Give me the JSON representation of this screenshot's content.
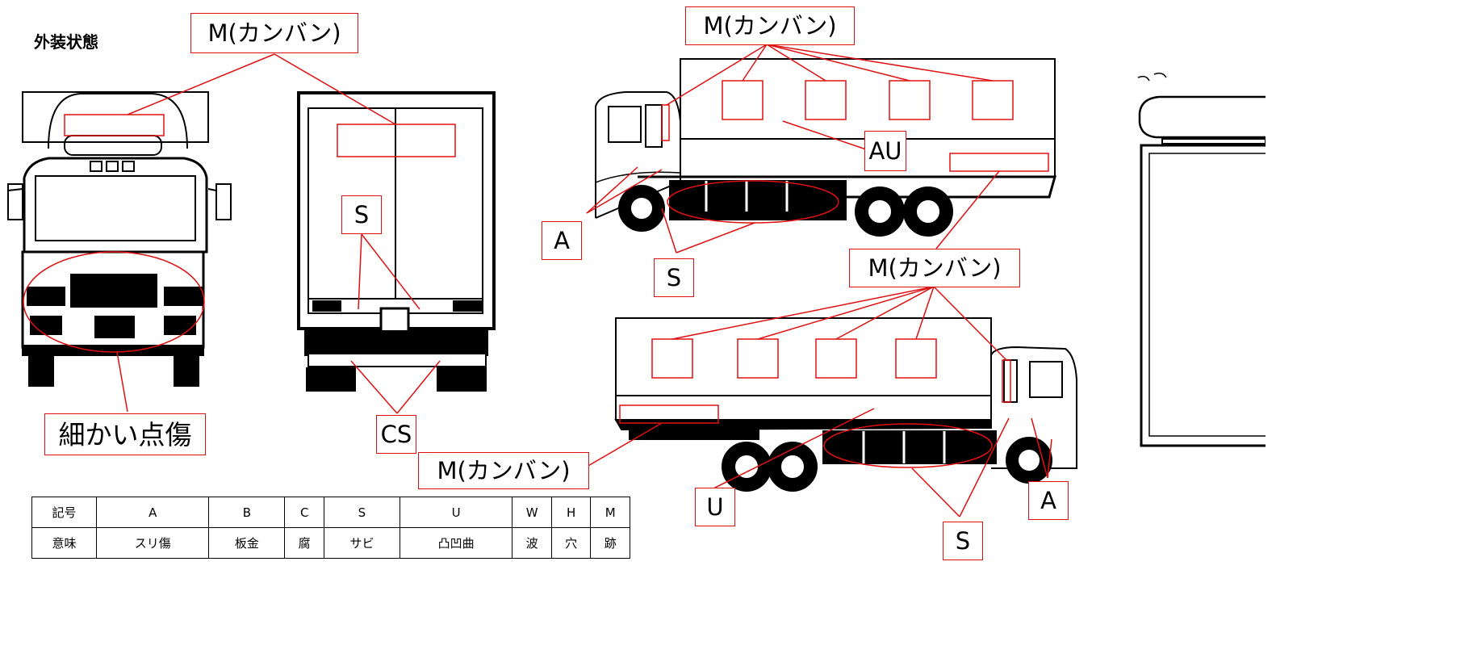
{
  "title": "外装状態",
  "labels": {
    "front_m": "M(カンバン)",
    "front_damage": "細かい点傷",
    "rear_s": "S",
    "rear_cs": "CS",
    "side_top_m": "M(カンバン)",
    "side_top_au": "AU",
    "side_top_a": "A",
    "side_top_s": "S",
    "side_mid_m": "M(カンバン)",
    "side_bot_m": "M(カンバン)",
    "side_bot_u": "U",
    "side_bot_a": "A",
    "side_bot_s": "S"
  },
  "legend": {
    "header_label": "記号",
    "meaning_label": "意味",
    "symbols": [
      "A",
      "B",
      "C",
      "S",
      "U",
      "W",
      "H",
      "M"
    ],
    "meanings": [
      "スリ傷",
      "板金",
      "腐",
      "サビ",
      "凸凹曲",
      "波",
      "穴",
      "跡"
    ]
  },
  "colors": {
    "annotation": "#e01010",
    "line_art": "#000000",
    "background": "#ffffff"
  }
}
